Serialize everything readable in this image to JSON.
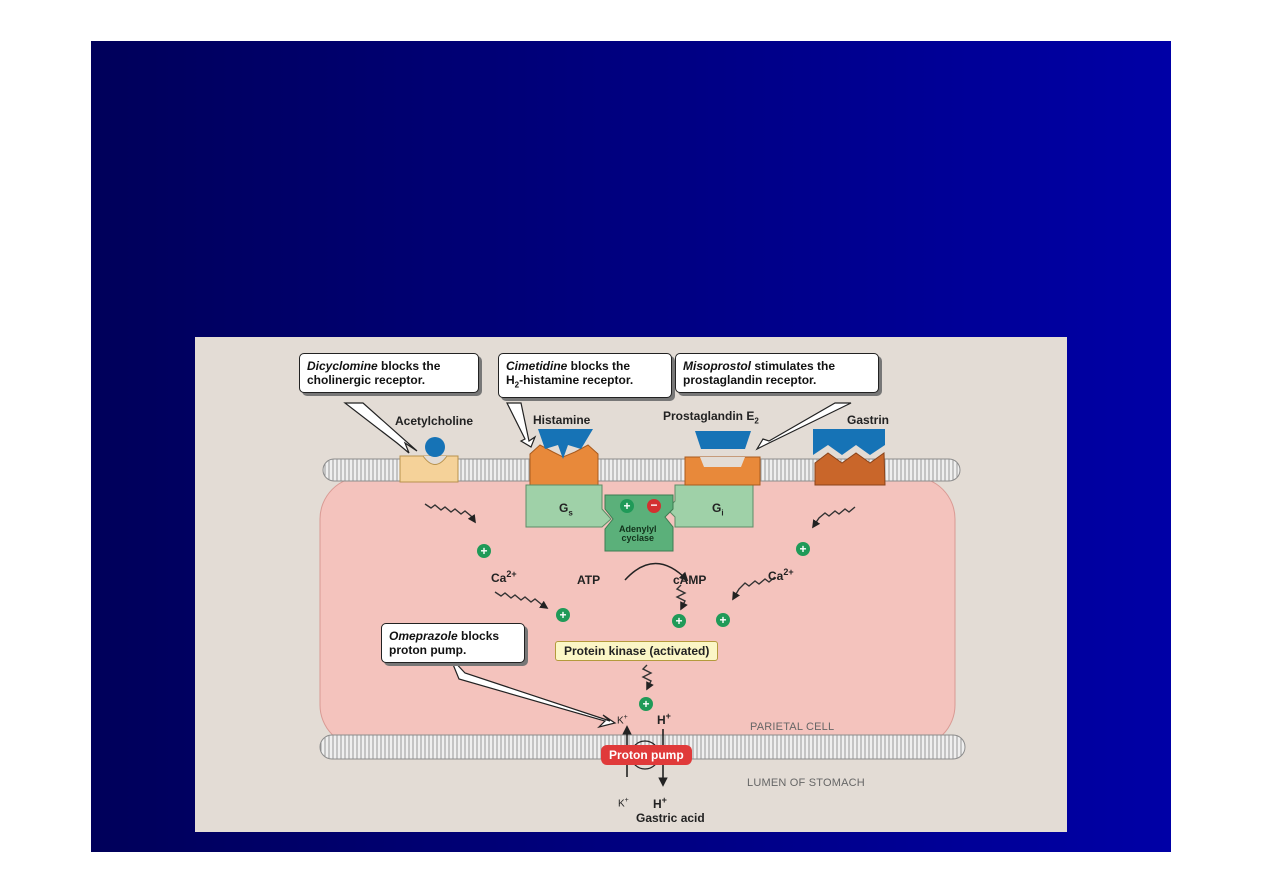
{
  "callouts": {
    "dicyclomine": {
      "drug": "Dicyclomine",
      "rest1": " blocks the",
      "line2": "cholinergic receptor."
    },
    "cimetidine": {
      "drug": "Cimetidine",
      "rest1": " blocks the",
      "line2_pre": "H",
      "line2_sub": "2",
      "line2_post": "-histamine receptor."
    },
    "misoprostol": {
      "drug": "Misoprostol",
      "rest1": " stimulates the",
      "line2": "prostaglandin receptor."
    },
    "omeprazole": {
      "drug": "Omeprazole",
      "rest1": " blocks",
      "line2": "proton pump."
    }
  },
  "ligands": {
    "acetylcholine": "Acetylcholine",
    "histamine": "Histamine",
    "prostaglandin": "Prostaglandin E",
    "prostaglandin_sub": "2",
    "gastrin": "Gastrin"
  },
  "gproteins": {
    "gs": "G",
    "gs_sub": "s",
    "gi": "G",
    "gi_sub": "i"
  },
  "adenylyl_cyclase": {
    "line1": "Adenylyl",
    "line2": "cyclase"
  },
  "messengers": {
    "atp": "ATP",
    "camp": "cAMP",
    "ca": "Ca",
    "ca_sup": "2+"
  },
  "protein_kinase": "Protein kinase (activated)",
  "proton_pump": "Proton pump",
  "ions": {
    "k": "K",
    "k_sup": "+",
    "h": "H",
    "h_sup": "+"
  },
  "regions": {
    "parietal_cell": "PARIETAL CELL",
    "lumen": "LUMEN OF STOMACH"
  },
  "gastric_acid": "Gastric acid",
  "symbols": {
    "plus": "+",
    "minus": "−"
  },
  "colors": {
    "cell": "#f4c3bd",
    "receptor_orange": "#e8893a",
    "gprotein_green": "#9fd1a8",
    "plus_green": "#1f9a58",
    "minus_red": "#d33030",
    "pump_red": "#e03a3a",
    "blue_ligand": "#1673b6"
  }
}
